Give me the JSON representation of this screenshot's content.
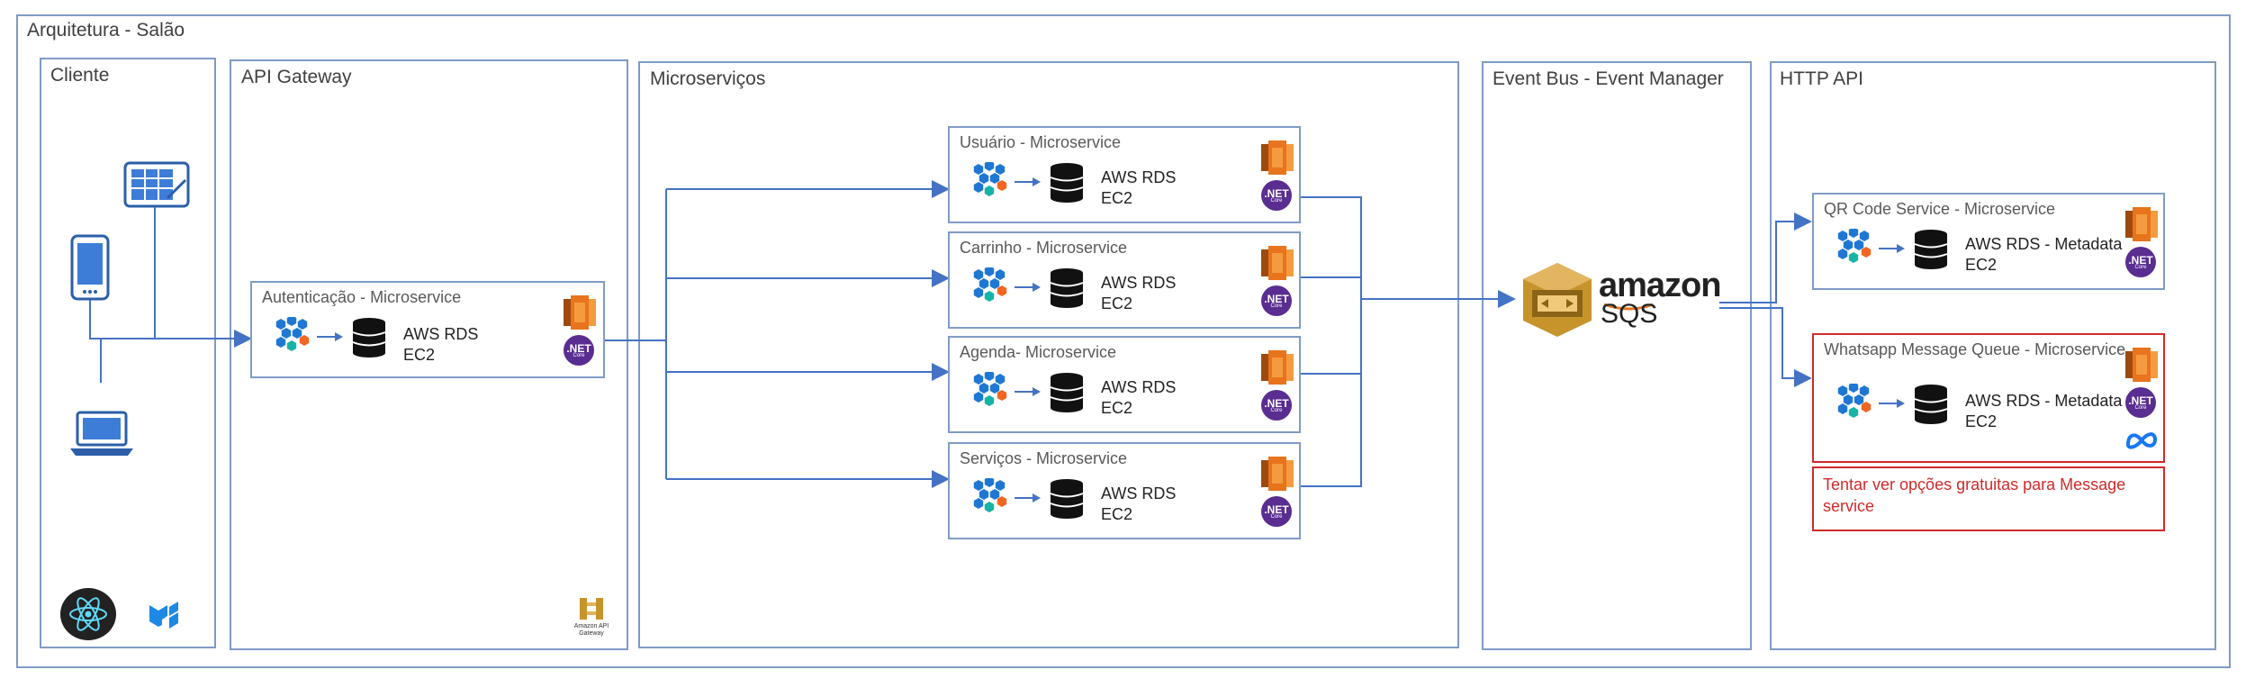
{
  "diagram": {
    "title": "Arquitetura - Salão",
    "columns": {
      "cliente": "Cliente",
      "api_gateway": "API Gateway",
      "microservicos": "Microserviços",
      "event_bus": "Event Bus - Event Manager",
      "http_api": "HTTP API"
    },
    "gateway_service": {
      "name": "Autenticação - Microservice",
      "db_line1": "AWS RDS",
      "db_line2": "EC2"
    },
    "microservices": [
      {
        "name": "Usuário - Microservice",
        "db_line1": "AWS RDS",
        "db_line2": "EC2"
      },
      {
        "name": "Carrinho - Microservice",
        "db_line1": "AWS RDS",
        "db_line2": "EC2"
      },
      {
        "name": "Agenda- Microservice",
        "db_line1": "AWS RDS",
        "db_line2": "EC2"
      },
      {
        "name": "Serviços - Microservice",
        "db_line1": "AWS RDS",
        "db_line2": "EC2"
      }
    ],
    "http_services": [
      {
        "name": "QR Code Service - Microservice",
        "db_line1": "AWS RDS - Metadata",
        "db_line2": "EC2"
      },
      {
        "name": "Whatsapp Message Queue - Microservice",
        "db_line1": "AWS RDS - Metadata",
        "db_line2": "EC2"
      }
    ],
    "note": "Tentar ver opções gratuitas para Message service",
    "sqs": {
      "brand": "amazon",
      "product": "SQS"
    },
    "api_gateway_logo_label": "Amazon API Gateway",
    "net_badge": ".NET",
    "net_badge_sub": "Core"
  },
  "colors": {
    "border": "#7f9bc6",
    "arrow": "#4472c4",
    "red": "#d02a2a",
    "aws_orange": "#e8741d",
    "net_purple": "#5a2d91",
    "sqs_gold": "#c7942c"
  },
  "icons": [
    "tablet-icon",
    "grid-screen-icon",
    "laptop-icon",
    "react-icon",
    "mui-icon",
    "microservice-hex-icon",
    "database-icon",
    "aws-ec2-icon",
    "dotnet-icon",
    "amazon-api-gateway-icon",
    "amazon-sqs-icon",
    "meta-icon"
  ]
}
